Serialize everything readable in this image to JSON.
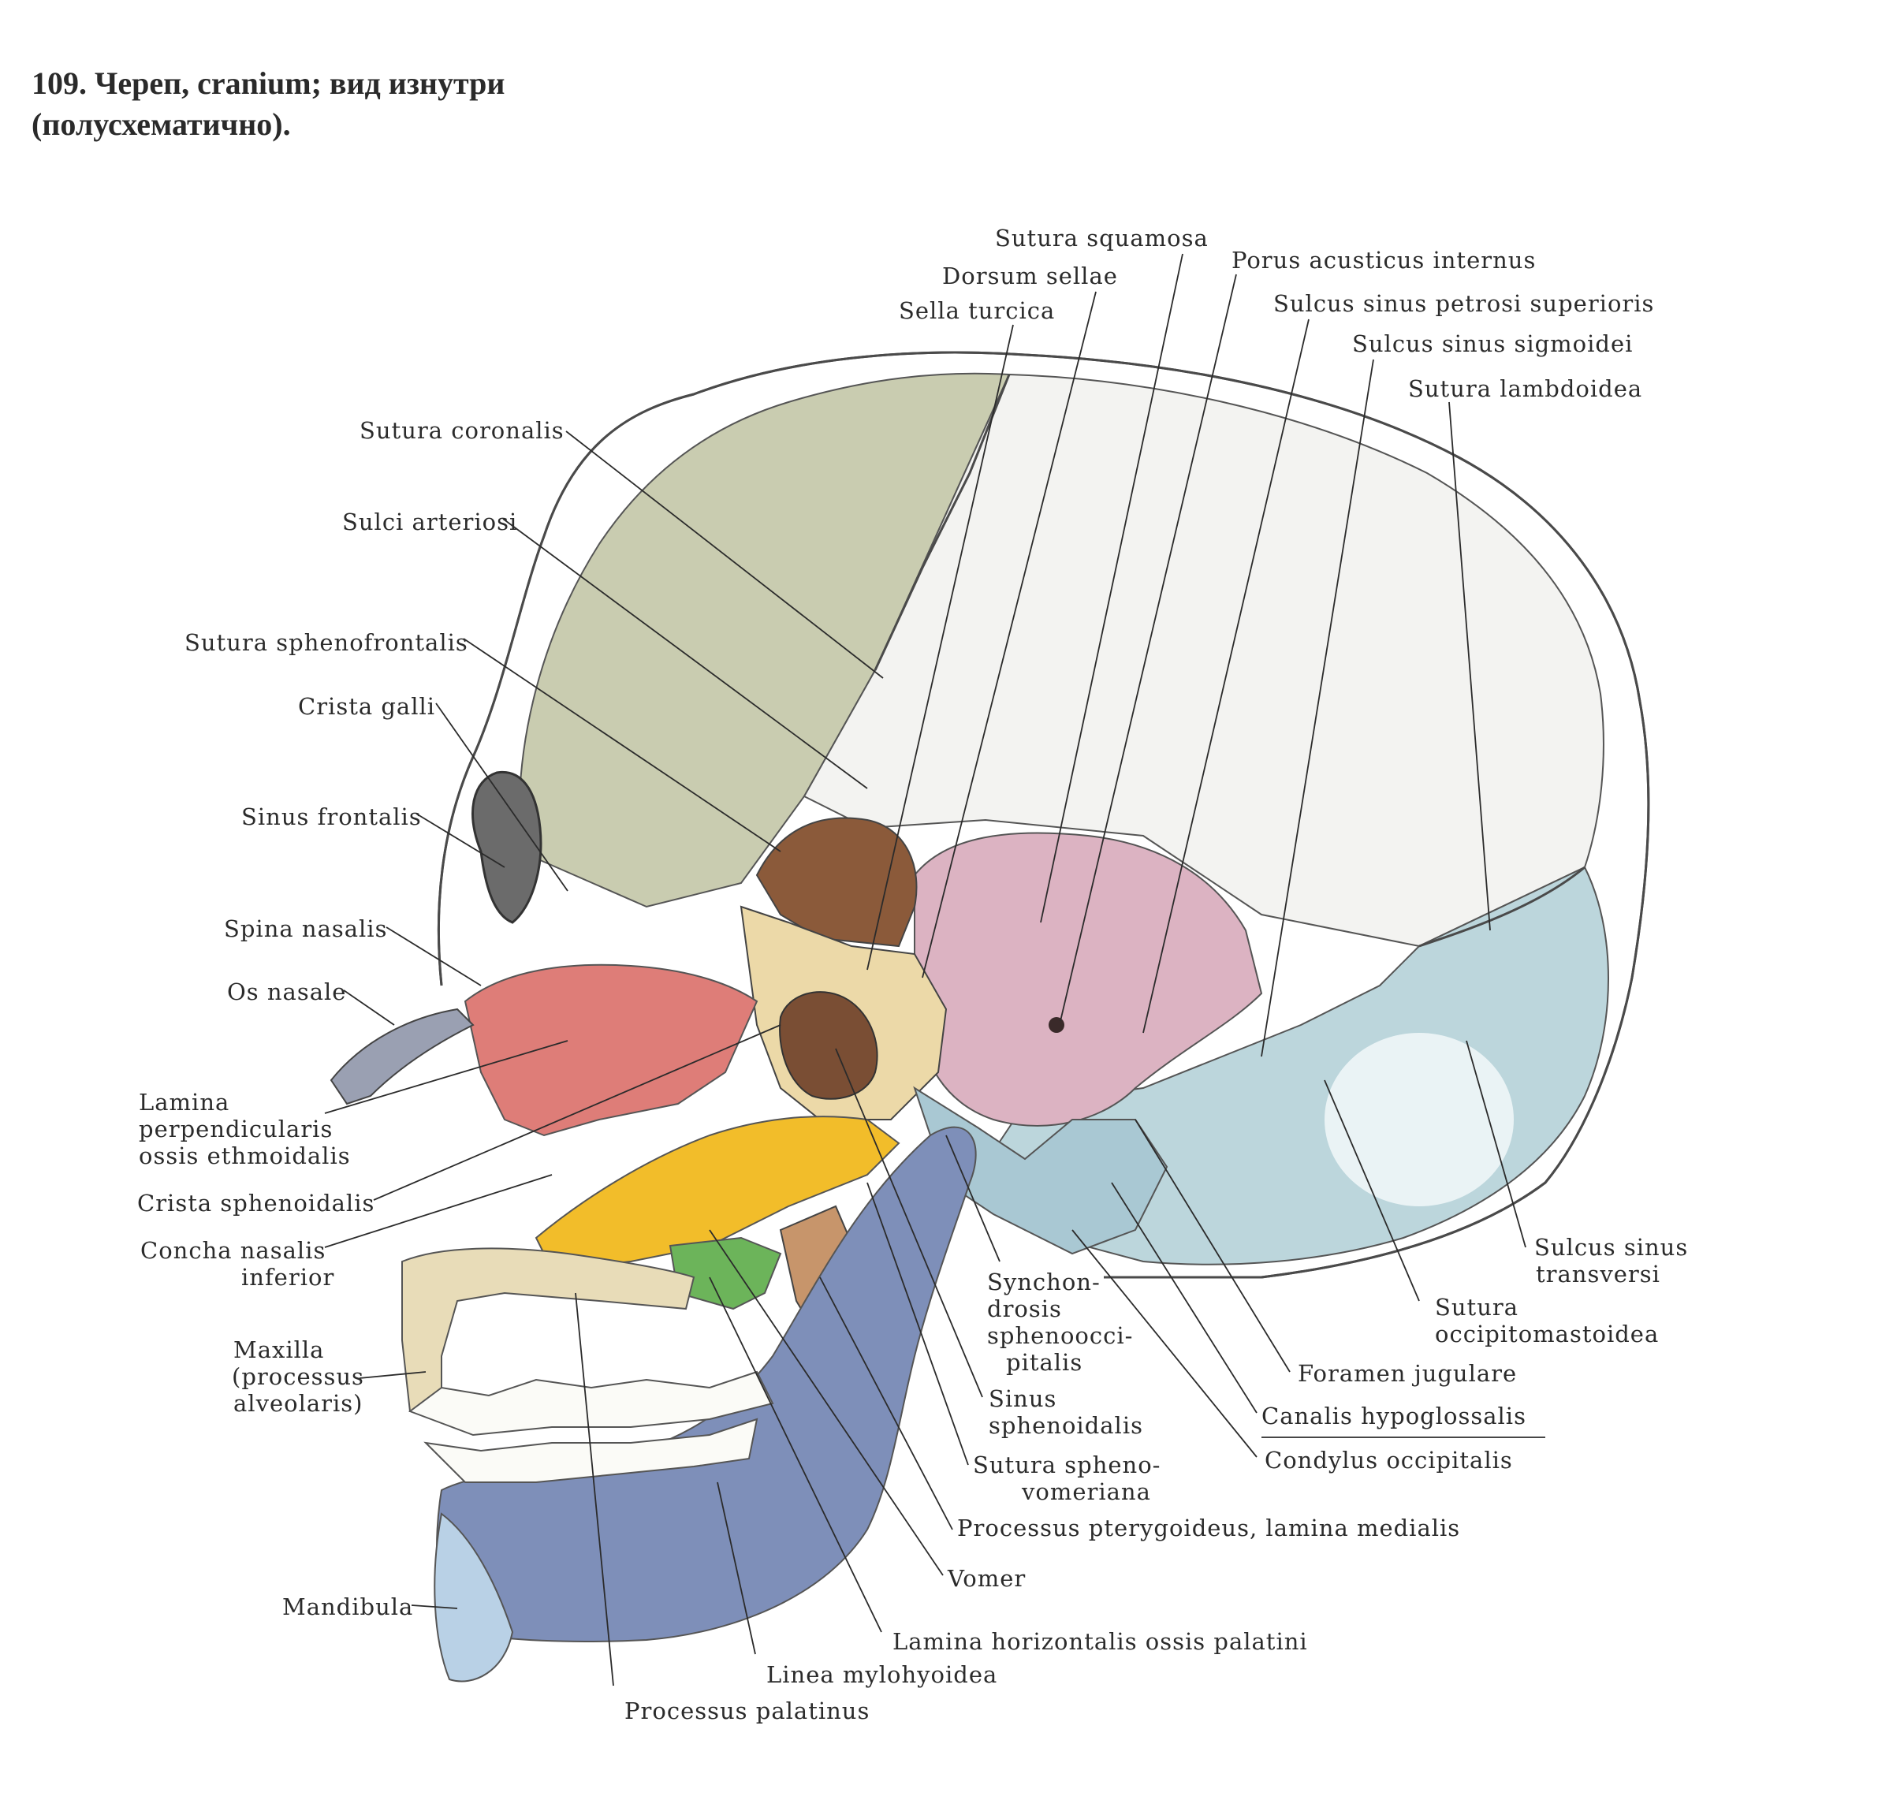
{
  "title": {
    "line1": "109. Череп, cranium; вид изнутри",
    "line2": "(полусхематично)."
  },
  "colors": {
    "vault": "#c9ccb0",
    "parietal_white": "#f3f3f1",
    "occipital_blue": "#bcd6dc",
    "temporal_pink": "#dcb3c2",
    "sphenoid_brown": "#8b5a3a",
    "ethmoid_red": "#de7d78",
    "vomer_yellow": "#f2bd2a",
    "palatine_green": "#6cb45a",
    "mandible_blue": "#7e8fb9",
    "maxilla_cream": "#e8dcb8",
    "teeth": "#fbfbf7"
  },
  "labels": {
    "sutura_squamosa": "Sutura squamosa",
    "dorsum_sellae": "Dorsum sellae",
    "sella_turcica": "Sella turcica",
    "porus_acusticus_internus": "Porus acusticus internus",
    "sulcus_sinus_petrosi": "Sulcus sinus petrosi  superioris",
    "sulcus_sinus_sigmoidei": "Sulcus sinus sigmoidei",
    "sutura_lambdoidea": "Sutura lambdoidea",
    "sutura_coronalis": "Sutura coronalis",
    "sulci_arteriosi": "Sulci arteriosi",
    "sutura_sphenofrontalis": "Sutura sphenofrontalis",
    "crista_galli": "Crista galli",
    "sinus_frontalis": "Sinus frontalis",
    "spina_nasalis": "Spina nasalis",
    "os_nasale": "Os nasale",
    "lamina_perpendicularis": [
      "Lamina",
      "perpendicularis",
      "ossis ethmoidalis"
    ],
    "crista_sphenoidalis": "Crista sphenoidalis",
    "concha_nasalis": [
      "Concha nasalis",
      "inferior"
    ],
    "maxilla": [
      "Maxilla",
      "(processus",
      "alveolaris)"
    ],
    "mandibula": "Mandibula",
    "processus_palatinus": "Processus palatinus",
    "linea_mylohyoidea": "Linea mylohyoidea",
    "lamina_horizontalis": "Lamina horizontalis ossis palatini",
    "vomer": "Vomer",
    "processus_pterygoideus": "Processus pterygoideus, lamina medialis",
    "sutura_sphenovomeriana": [
      "Sutura spheno-",
      "vomeriana"
    ],
    "sinus_sphenoidalis": [
      "Sinus",
      "sphenoidalis"
    ],
    "synchondrosis": [
      "Synchon-",
      "drosis",
      "sphenoocci-",
      "pitalis"
    ],
    "foramen_jugulare": "Foramen jugulare",
    "canalis_hypoglossalis": "Canalis hypoglossalis",
    "condylus_occipitalis": "Condylus occipitalis",
    "sutura_occipitomastoidea": [
      "Sutura",
      "occipitomastoidea"
    ],
    "sulcus_sinus_transversi": [
      "Sulcus sinus",
      "transversi"
    ]
  }
}
